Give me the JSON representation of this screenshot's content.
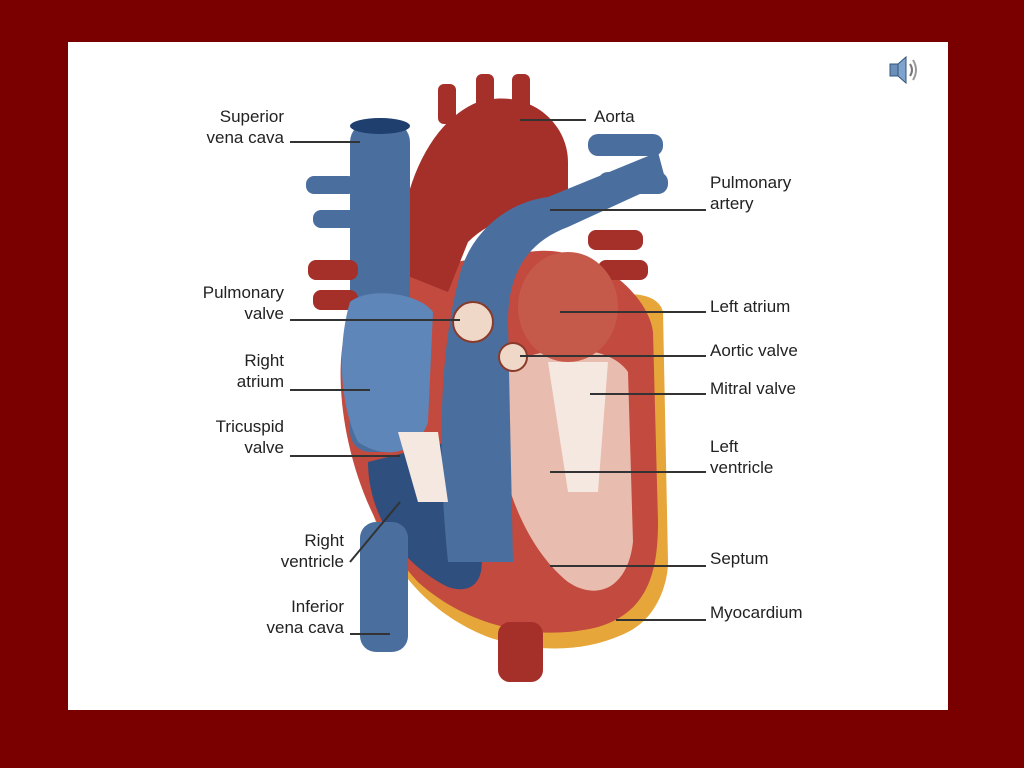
{
  "slide": {
    "audio_icon": "speaker-icon",
    "colors": {
      "frame": "#7a0000",
      "vein_blue": "#4a6f9f",
      "artery_red": "#a5302a",
      "myocardium": "#c24a3e",
      "fat_yellow": "#e6a63a"
    }
  },
  "labels": {
    "superior_vena_cava": "Superior\nvena cava",
    "aorta": "Aorta",
    "pulmonary_artery": "Pulmonary\nartery",
    "pulmonary_valve": "Pulmonary\nvalve",
    "left_atrium": "Left atrium",
    "aortic_valve": "Aortic valve",
    "right_atrium": "Right\natrium",
    "mitral_valve": "Mitral valve",
    "tricuspid_valve": "Tricuspid\nvalve",
    "left_ventricle": "Left\nventricle",
    "right_ventricle": "Right\nventricle",
    "septum": "Septum",
    "inferior_vena_cava": "Inferior\nvena cava",
    "myocardium": "Myocardium"
  }
}
